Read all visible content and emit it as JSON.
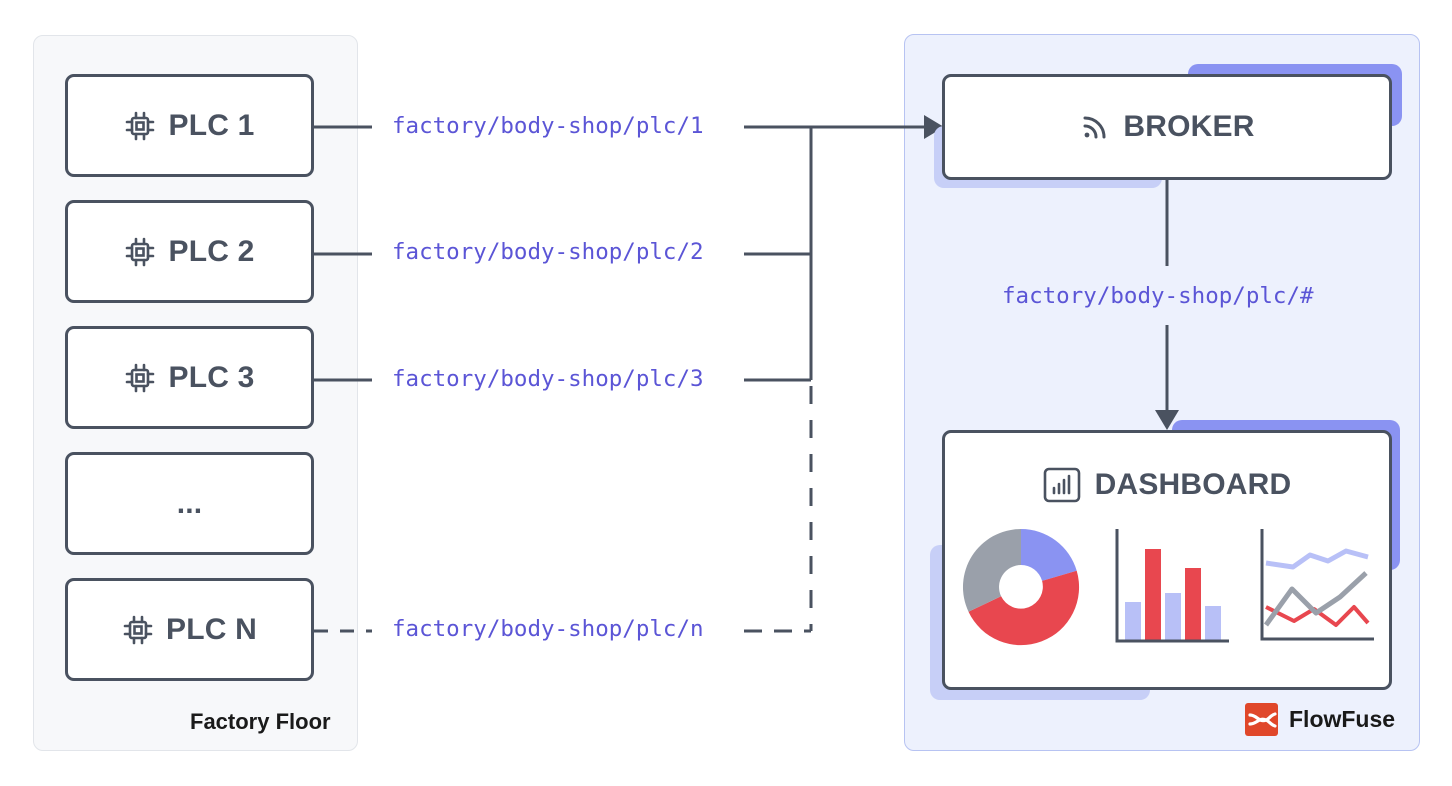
{
  "factory_floor": {
    "label": "Factory Floor",
    "plcs": [
      {
        "label": "PLC 1",
        "topic": "factory/body-shop/plc/1"
      },
      {
        "label": "PLC 2",
        "topic": "factory/body-shop/plc/2"
      },
      {
        "label": "PLC 3",
        "topic": "factory/body-shop/plc/3"
      },
      {
        "label": "..."
      },
      {
        "label": "PLC N",
        "topic": "factory/body-shop/plc/n"
      }
    ],
    "icon": "chip-icon"
  },
  "broker": {
    "label": "BROKER",
    "icon": "rss-icon"
  },
  "subscription_topic": "factory/body-shop/plc/#",
  "dashboard": {
    "label": "DASHBOARD",
    "icon": "bar-chart-icon"
  },
  "brand": {
    "name": "FlowFuse",
    "logo": "flowfuse-logo-icon",
    "color": "#e0472a"
  },
  "colors": {
    "node_border": "#4a5260",
    "topic_text": "#5b55d6",
    "accent_blue": "#8a93f2",
    "accent_light": "#c7cff7",
    "chart_red": "#e8474f",
    "chart_gray": "#9aa0aa"
  }
}
